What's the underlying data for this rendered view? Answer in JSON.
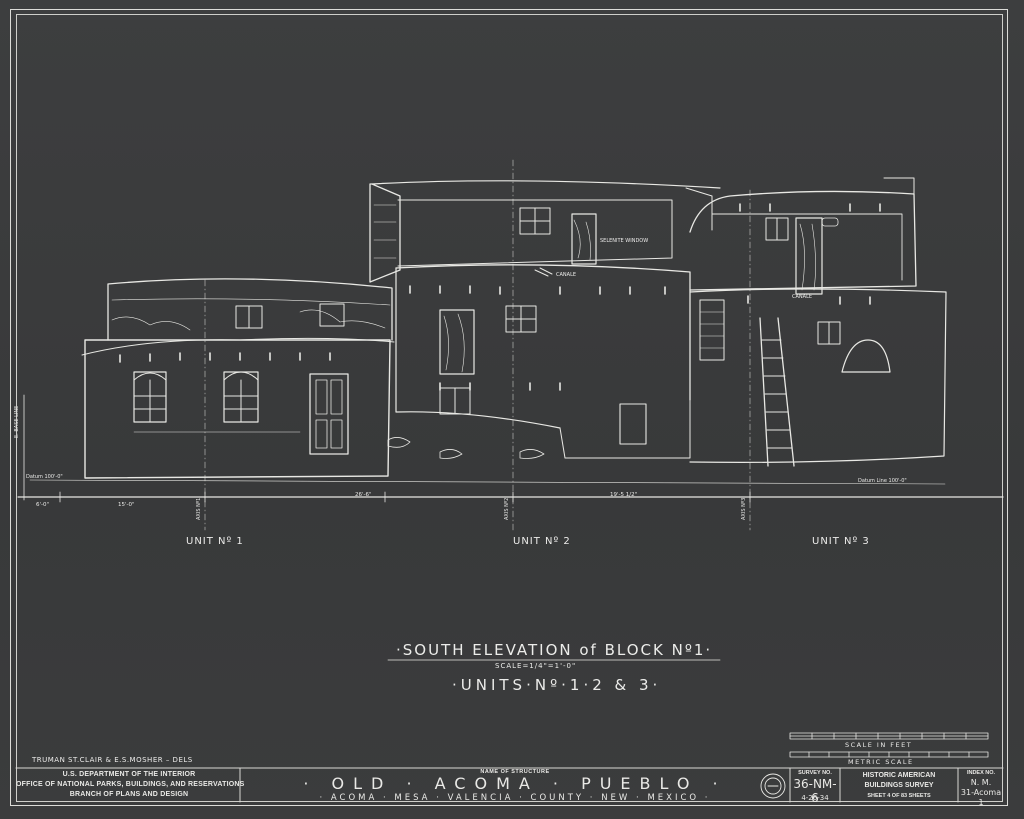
{
  "drawing": {
    "units": [
      {
        "label": "UNIT Nº 1"
      },
      {
        "label": "UNIT Nº 2"
      },
      {
        "label": "UNIT Nº 3"
      }
    ],
    "axes": [
      "AXIS Nº1",
      "AXIS Nº2",
      "AXIS Nº3"
    ],
    "dimensions": [
      "6'-0\"",
      "15'-0\"",
      "26'-6\"",
      "19'-5 1/2\""
    ],
    "notes": {
      "base_line": "E. BASE LINE",
      "datum_left": "Datum 100'-0\"",
      "datum_right": "Datum Line 100'-0\" ",
      "selenite_window": "SELENITE WINDOW",
      "canale_1": "CANALE",
      "canale_2": "CANALE"
    }
  },
  "title": {
    "main": "·SOUTH ELEVATION of BLOCK Nº1·",
    "scale": "SCALE=1/4\"=1'-0\"",
    "units": "·UNITS·Nº·1·2 & 3·"
  },
  "delineators": "TRUMAN ST.CLAIR & E.S.MOSHER – DELS",
  "scale_bar": {
    "feet_label": "SCALE IN FEET",
    "metric_label": "METRIC SCALE"
  },
  "title_block": {
    "dept_line1": "U.S. DEPARTMENT OF THE INTERIOR",
    "dept_line2": "OFFICE OF NATIONAL PARKS, BUILDINGS, AND RESERVATIONS",
    "dept_line3": "BRANCH OF PLANS AND DESIGN",
    "name_caption": "NAME OF STRUCTURE",
    "structure_name": "· OLD · ACOMA · PUEBLO ·",
    "location": "· ACOMA · MESA · VALENCIA · COUNTY · NEW · MEXICO ·",
    "survey_caption": "SURVEY NO.",
    "survey_no": "36-NM-6",
    "date": "4-26-34",
    "habs_line1": "HISTORIC AMERICAN",
    "habs_line2": "BUILDINGS SURVEY",
    "sheet": "SHEET 4 OF 83 SHEETS",
    "index_caption": "INDEX NO.",
    "index_line1": "N. M.",
    "index_line2": "31-Acoma",
    "index_line3": "1"
  },
  "icons": {
    "seal": "department-seal-icon"
  },
  "colors": {
    "background": "#3a3b3c",
    "ink": "#ecece8"
  }
}
